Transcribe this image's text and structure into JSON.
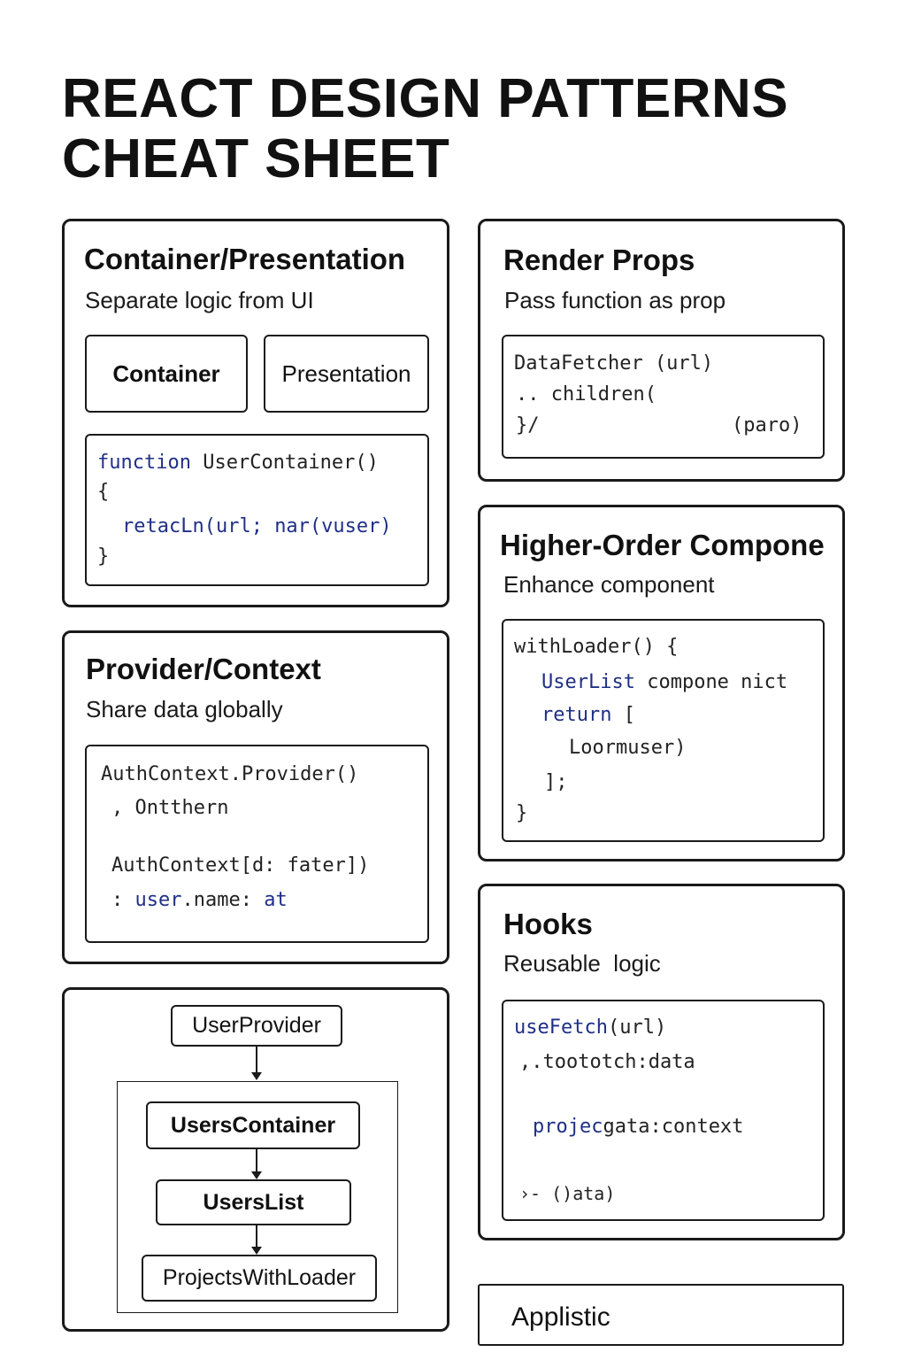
{
  "title": {
    "line1": "REACT DESIGN PATTERNS",
    "line2": "CHEAT SHEET"
  },
  "container_presentation": {
    "heading": "Container/Presentation",
    "subtitle": "Separate logic from UI",
    "container_label": "Container",
    "presentation_label": "Presentation",
    "code": {
      "line1_kw": "function",
      "line1_rest": " UserContainer()",
      "line2": "{",
      "line3_a": "retacLn(url; ",
      "line3_kw": "nar",
      "line3_b": "(vuser)",
      "line4": "}"
    }
  },
  "render_props": {
    "heading": "Render Props",
    "subtitle": "Pass function as prop",
    "code": {
      "line1": "DataFetcher (url)",
      "line2": ".. children(",
      "line3_left": "}/",
      "line3_right": "(paro)"
    }
  },
  "provider_context": {
    "heading": "Provider/Context",
    "subtitle": "Share data globally",
    "code": {
      "line1": "AuthContext.Provider()",
      "line2": ", Ontthern",
      "line3": "AuthContext[d: fater])",
      "line4_a": ": ",
      "line4_kw": "user",
      "line4_b": ".name: ",
      "line4_kw2": "at"
    }
  },
  "hoc": {
    "heading": "Higher-Order Compone",
    "subtitle": "Enhance component",
    "code": {
      "line1": "withLoader() {",
      "line2_kw": "UserList",
      "line2_rest": " compone nict",
      "line3_kw": "return",
      "line3_rest": " [",
      "line4": "Loormuser)",
      "line5": "];",
      "line6": "}"
    }
  },
  "hooks": {
    "heading": "Hooks",
    "subtitle": "Reusable  logic",
    "code": {
      "line1_kw": "useFetch",
      "line1_rest": "(url)",
      "line2": ",.toototch:data",
      "line3_kw": "projec",
      "line3_rest": "gata:context",
      "line4": "›- ()ata)"
    }
  },
  "diagram": {
    "nodes": [
      "UserProvider",
      "UsersContainer",
      "UsersList",
      "ProjectsWithLoader"
    ]
  },
  "footer_card": {
    "label": "Applistic"
  }
}
